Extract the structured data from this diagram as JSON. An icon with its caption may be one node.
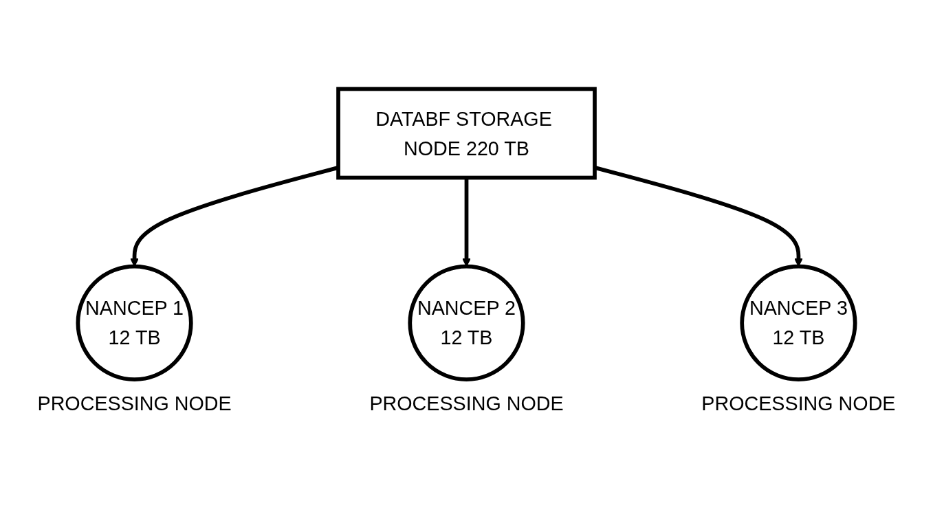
{
  "diagram": {
    "nodes": [
      {
        "text": [
          "DATABF STORAGE NODE 220 TB"
        ]
      },
      {
        "text": [
          "NANCEP 1",
          "12 TB"
        ],
        "beside": [
          "PROCESSING NODE"
        ]
      },
      {
        "text": [
          "NANCEP 2",
          "12 TB"
        ],
        "beside": [
          "PROCESSING NODE"
        ]
      },
      {
        "text": [
          "NANCEP 3",
          "12 TB"
        ],
        "beside": [
          "PROCESSING NODE"
        ]
      }
    ],
    "edges": [
      {
        "from": 0,
        "to": 1,
        "arrow": "to"
      },
      {
        "from": 0,
        "to": 2,
        "arrow": "to"
      },
      {
        "from": 0,
        "to": 3,
        "arrow": "to"
      }
    ]
  }
}
